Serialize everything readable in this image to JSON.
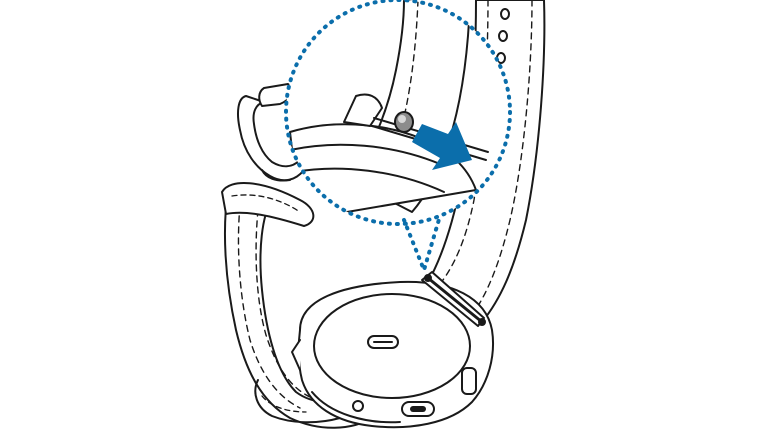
{
  "illustration": {
    "line_color": "#1a1a1a",
    "fill_color": "#ffffff",
    "accent_color": "#0b6eab",
    "arrow_color": "#0b6eab",
    "icons": {
      "strap": "watch-strap",
      "watch_body": "watch-case",
      "pin": "spring-bar-pin",
      "arrow": "slide-direction-arrow",
      "callout": "zoom-callout"
    }
  }
}
